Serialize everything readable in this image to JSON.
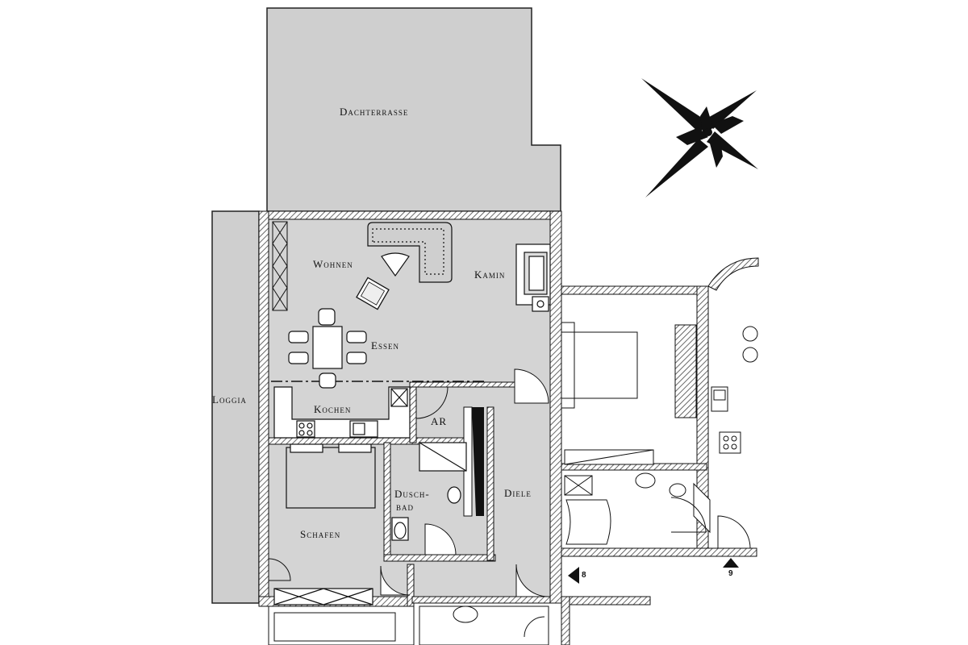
{
  "rooms": {
    "dachterrasse": "Dachterrasse",
    "wohnen": "Wohnen",
    "kamin": "Kamin",
    "essen": "Essen",
    "loggia": "Loggia",
    "kochen": "Kochen",
    "ar": "AR",
    "duschbad_line1": "Dusch-",
    "duschbad_line2": "bad",
    "diele": "Diele",
    "schafen": "Schafen"
  },
  "markers": {
    "marker_8": "8",
    "marker_9": "9"
  },
  "colors": {
    "floor_fill": "#d4d4d4",
    "terrace_fill": "#cfcfcf",
    "wall_hatch": "#555555",
    "line": "#111111"
  }
}
